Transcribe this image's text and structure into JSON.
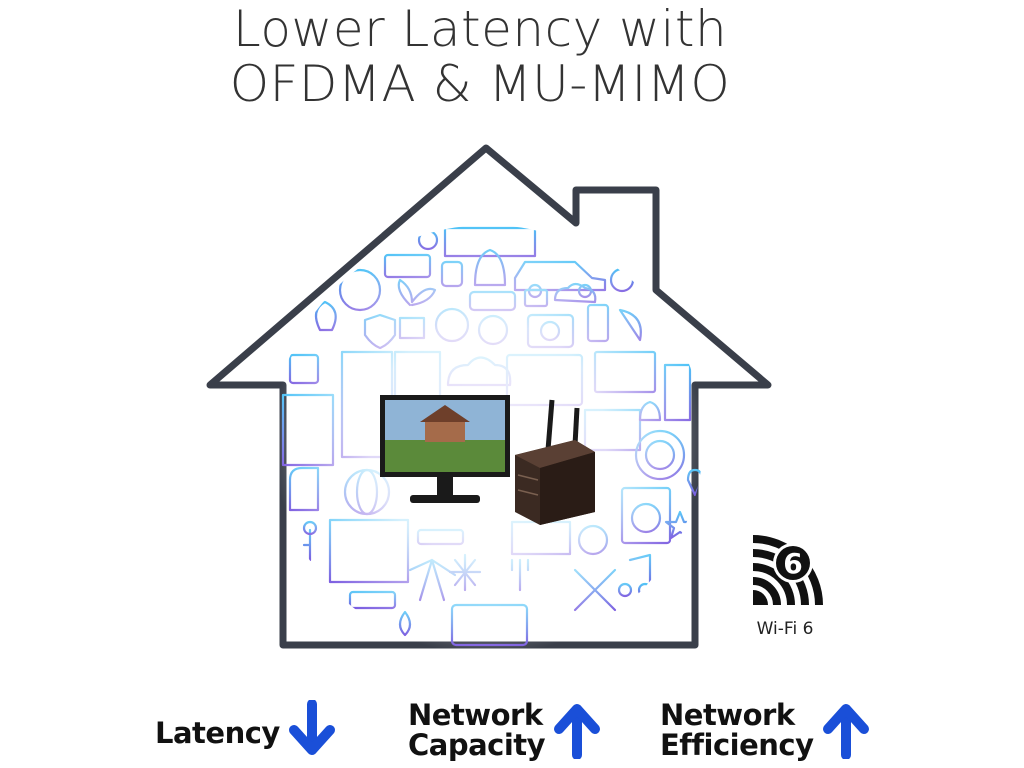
{
  "title": {
    "line1": "Lower Latency with",
    "line2": "OFDMA & MU-MIMO"
  },
  "badge": {
    "number": "6",
    "label": "Wi-Fi 6"
  },
  "metrics": [
    {
      "line1": "Latency",
      "line2": "",
      "direction": "down",
      "icon": "arrow-down-icon"
    },
    {
      "line1": "Network",
      "line2": "Capacity",
      "direction": "up",
      "icon": "arrow-up-icon"
    },
    {
      "line1": "Network",
      "line2": "Efficiency",
      "direction": "up",
      "icon": "arrow-up-icon"
    }
  ],
  "colors": {
    "house_outline": "#3a3f4a",
    "arrow_blue": "#1a4fd8",
    "icon_gradient_top": "#4fc3f7",
    "icon_gradient_bottom": "#7b5ce0"
  }
}
